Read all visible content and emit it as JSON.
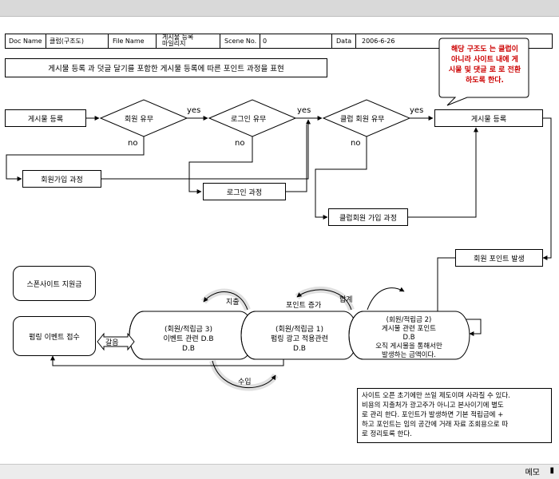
{
  "header": {
    "doc_name_label": "Doc Name",
    "doc_name_value": "클럽(구조도)",
    "file_name_label": "File Name",
    "file_name_value_line1": "게시물 등록",
    "file_name_value_line2": "마일리지",
    "scene_no_label": "Scene No.",
    "scene_no_value": "0",
    "data_label": "Data",
    "data_value": "2006-6-26"
  },
  "callout": {
    "lines": [
      "해당 구조도 는 클럽이",
      "아니라 사이트 내에 게",
      "시물 및 댓글 로 로 전환",
      "하도록 한다."
    ],
    "color": "#cc0000"
  },
  "description": "게시물 등록 과 덧글 달기를 포함한 게시물 등록에 따른 포인트 과정을 표현",
  "flow": {
    "start_box": "게시물 등록",
    "decision1": "회원 유무",
    "decision2": "로그인 유무",
    "decision3": "클럽 회원 유무",
    "end_box": "게시물 등록",
    "yes1": "yes",
    "yes2": "yes",
    "yes3": "yes",
    "no1": "no",
    "no2": "no",
    "no3": "no",
    "signup_box": "회원가입 과정",
    "login_box": "로그인 과정",
    "club_signup_box": "클럽회원 가입 과정",
    "point_box": "회원 포인트 발생"
  },
  "points": {
    "sponsor_box": "스폰사이트 지원금",
    "event_box": "펌링 이벤트 접수",
    "exchange_label": "갈음",
    "cyl3_lines": [
      "(회원/적립금 3)",
      "이벤트 관련 D.B",
      "D.B"
    ],
    "cyl1_lines": [
      "(회원/적립금 1)",
      "펌링 광고 적용관련",
      "D.B"
    ],
    "cyl2_lines": [
      "(회원/적립금 2)",
      "게시물 관련 포인트",
      "D.B",
      "오직 게시물을 통해서만",
      "발생하는 금액이다."
    ],
    "out_label": "지출",
    "point_increase_label": "포인트 증가",
    "sum_label": "합계",
    "in_label": "수입"
  },
  "note": {
    "lines": [
      "사이트 오픈 초기에만 쓰일 제도이며 사라질 수 있다.",
      "비용의 지출처가 광고주가 아니고 본사이기에 별도",
      "로 관리 한다. 포인트가 발생하면 기본 적립금에 +",
      "하고 포인트는 임의 공간에 거래 자료 조회용으로 따",
      "로 정리토록 한다."
    ]
  },
  "status": {
    "memo": "메모"
  }
}
